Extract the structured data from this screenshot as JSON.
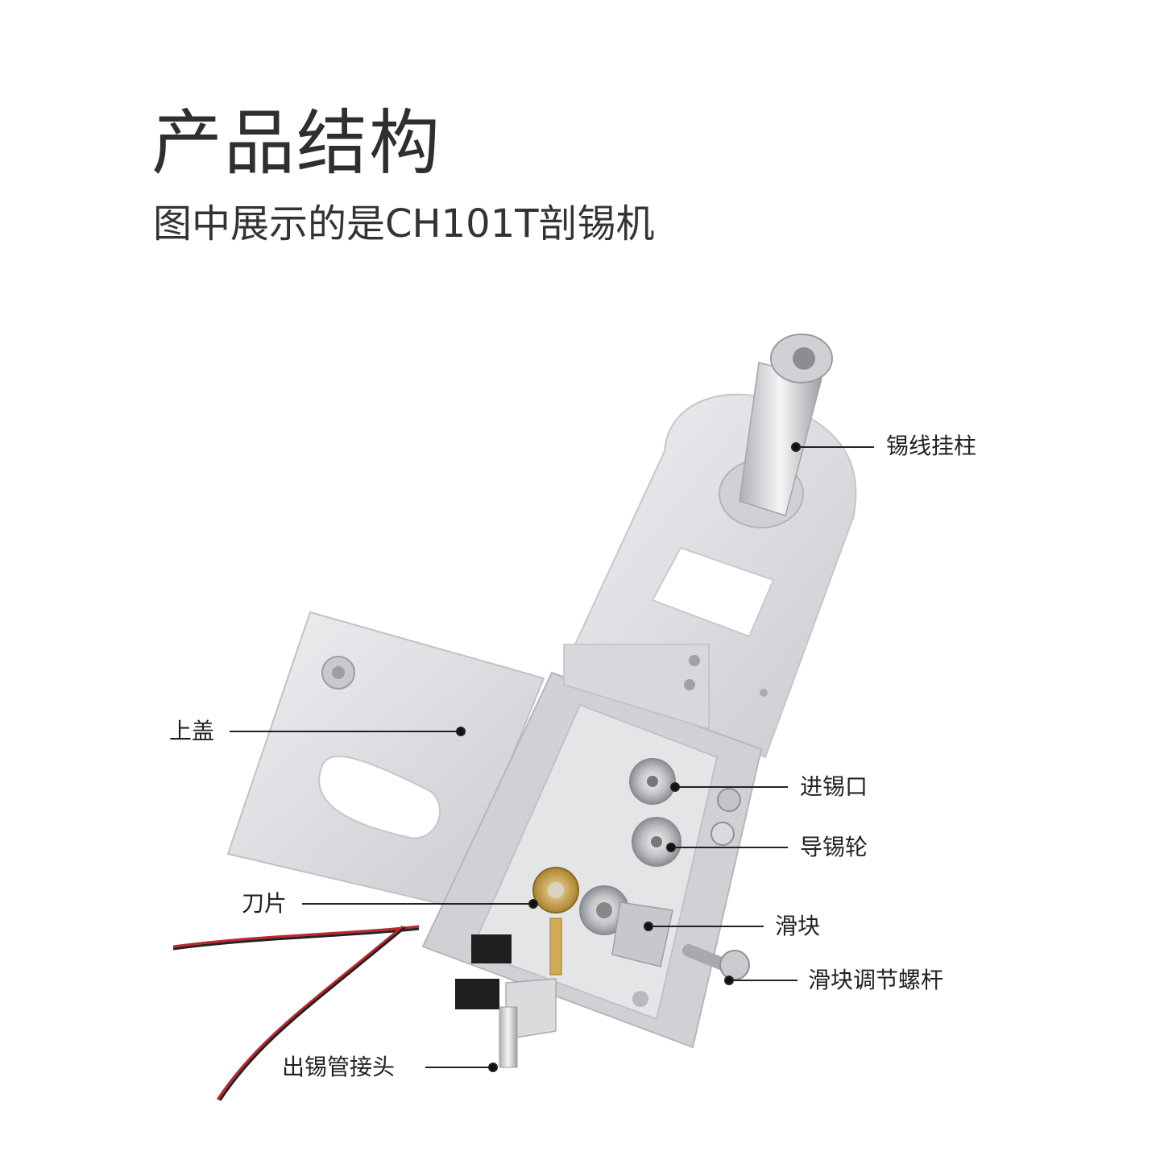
{
  "header": {
    "title": "产品结构",
    "subtitle": "图中展示的是CH101T剖锡机"
  },
  "labels": {
    "post": "锡线挂柱",
    "cover": "上盖",
    "inlet": "进锡口",
    "guide_wheel": "导锡轮",
    "blade": "刀片",
    "slider": "滑块",
    "slider_screw": "滑块调节螺杆",
    "outlet": "出锡管接头"
  },
  "colors": {
    "aluminum": "#dcdde0",
    "aluminum_dark": "#b9bbbf",
    "wire_red": "#c0272d",
    "wire_black": "#222222",
    "brass": "#c9a34e",
    "leader_line": "#222222"
  }
}
